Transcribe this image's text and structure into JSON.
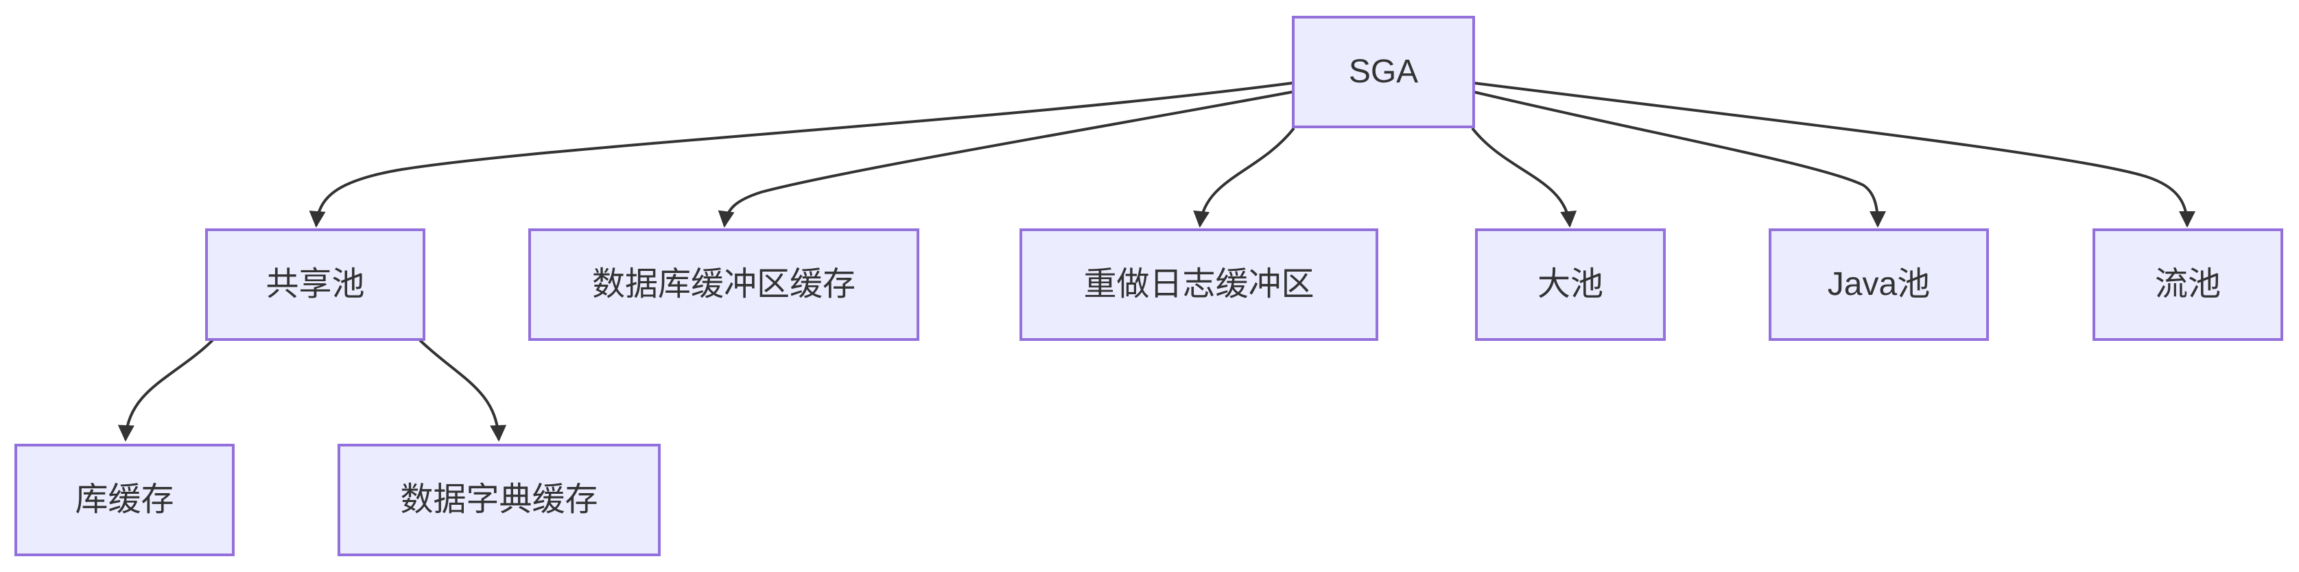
{
  "diagram": {
    "type": "flowchart",
    "direction": "top-down",
    "nodes": [
      {
        "id": "sga",
        "label": "SGA"
      },
      {
        "id": "shared-pool",
        "label": "共享池"
      },
      {
        "id": "db-buffer-cache",
        "label": "数据库缓冲区缓存"
      },
      {
        "id": "redo-log-buffer",
        "label": "重做日志缓冲区"
      },
      {
        "id": "large-pool",
        "label": "大池"
      },
      {
        "id": "java-pool",
        "label": "Java池"
      },
      {
        "id": "streams-pool",
        "label": "流池"
      },
      {
        "id": "library-cache",
        "label": "库缓存"
      },
      {
        "id": "data-dictionary-cache",
        "label": "数据字典缓存"
      }
    ],
    "edges": [
      {
        "from": "SGA",
        "to": "共享池"
      },
      {
        "from": "SGA",
        "to": "数据库缓冲区缓存"
      },
      {
        "from": "SGA",
        "to": "重做日志缓冲区"
      },
      {
        "from": "SGA",
        "to": "大池"
      },
      {
        "from": "SGA",
        "to": "Java池"
      },
      {
        "from": "SGA",
        "to": "流池"
      },
      {
        "from": "共享池",
        "to": "库缓存"
      },
      {
        "from": "共享池",
        "to": "数据字典缓存"
      }
    ],
    "colors": {
      "node_fill": "#ECECFF",
      "node_border": "#9370DB",
      "edge": "#333333",
      "text": "#333333",
      "background": "#FFFFFF"
    }
  }
}
